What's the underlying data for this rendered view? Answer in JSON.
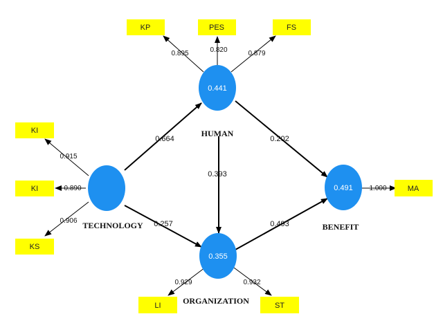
{
  "diagram": {
    "latents": {
      "technology": {
        "name": "TECHNOLOGY",
        "value": ""
      },
      "human": {
        "name": "HUMAN",
        "value": "0.441"
      },
      "organization": {
        "name": "ORGANIZATION",
        "value": "0.355"
      },
      "benefit": {
        "name": "BENEFIT",
        "value": "0.491"
      }
    },
    "indicators": {
      "kp": "KP",
      "pes": "PES",
      "fs": "FS",
      "ki1": "KI",
      "ki2": "KI",
      "ks": "KS",
      "li": "LI",
      "st": "ST",
      "ma": "MA"
    },
    "path_coefficients": {
      "technology_human": "0.664",
      "technology_organization": "0.257",
      "human_organization": "0.393",
      "human_benefit": "0.202",
      "organization_benefit": "0.493"
    },
    "loadings": {
      "kp": "0.895",
      "pes": "0.820",
      "fs": "0.879",
      "ki1": "0.915",
      "ki2": "0.890",
      "ks": "0.906",
      "li": "0.929",
      "st": "0.932",
      "ma": "1.000"
    },
    "colors": {
      "latent_fill": "#1e90f0",
      "indicator_fill": "#ffff00",
      "line": "#000000"
    }
  }
}
